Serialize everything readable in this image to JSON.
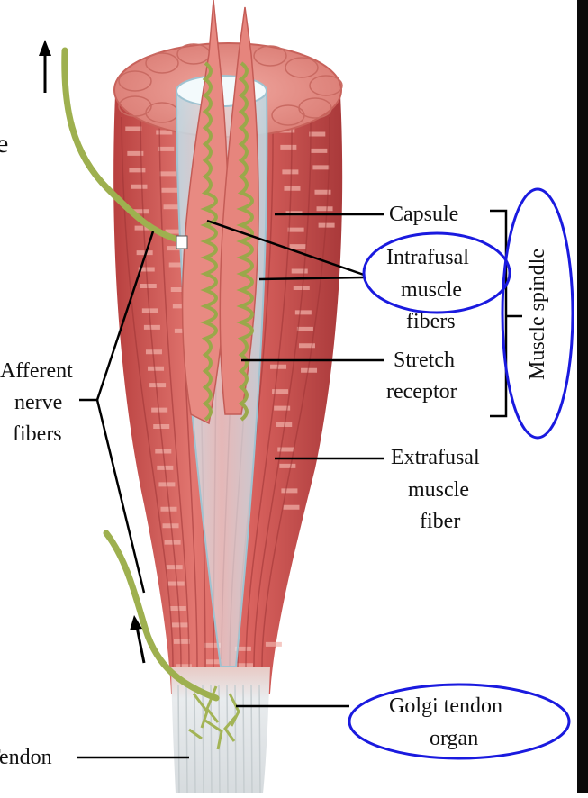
{
  "labels": {
    "capsule": "Capsule",
    "intrafusal_1": "Intrafusal",
    "intrafusal_2": "muscle",
    "intrafusal_3": "fibers",
    "stretch_1": "Stretch",
    "stretch_2": "receptor",
    "extrafusal_1": "Extrafusal",
    "extrafusal_2": "muscle",
    "extrafusal_3": "fiber",
    "afferent_1": "Afferent",
    "afferent_2": "nerve",
    "afferent_3": "fibers",
    "golgi_1": "Golgi tendon",
    "golgi_2": "organ",
    "tendon": "Tendon",
    "muscle_spindle": "Muscle spindle",
    "edge_fragment": "e"
  },
  "colors": {
    "muscle": "#d9625e",
    "muscle_dark": "#b8403f",
    "muscle_light": "#ec9a92",
    "capsule": "#cfe6ef",
    "nerve": "#a8b85a",
    "tendon": "#e4e8ea",
    "highlight_ellipse": "#1a1adf"
  }
}
